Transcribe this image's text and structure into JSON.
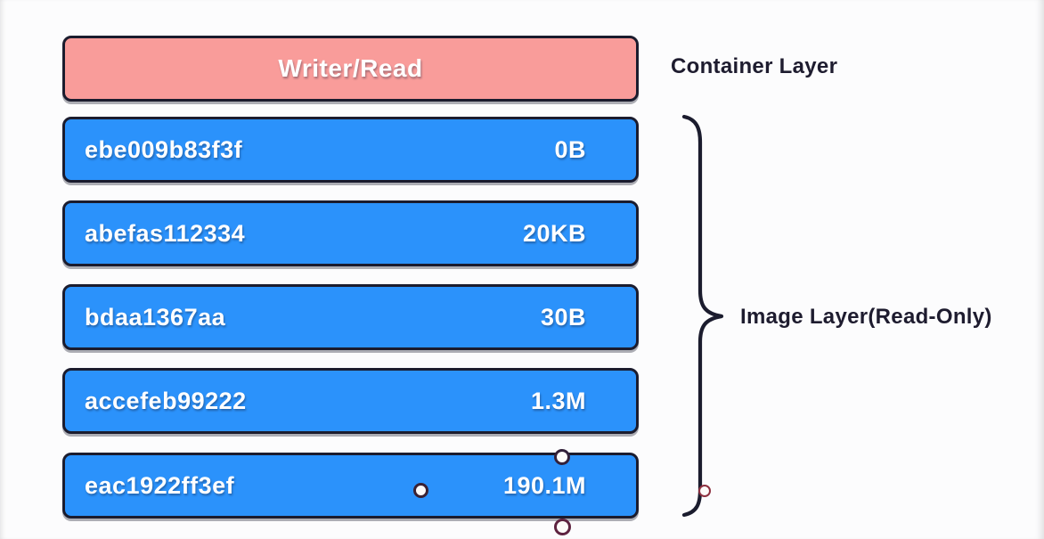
{
  "diagram": {
    "container_layer": {
      "box_label": "Writer/Read",
      "annotation": "Container Layer"
    },
    "image_layer": {
      "annotation": "Image Layer(Read-Only)",
      "layers": [
        {
          "id": "ebe009b83f3f",
          "size": "0B"
        },
        {
          "id": "abefas112334",
          "size": "20KB"
        },
        {
          "id": "bdaa1367aa",
          "size": "30B"
        },
        {
          "id": "accefeb99222",
          "size": "1.3M"
        },
        {
          "id": "eac1922ff3ef",
          "size": "190.1M"
        }
      ]
    },
    "colors": {
      "writable_box": "#f99c9a",
      "readonly_box": "#2b92fb",
      "outline": "#1b1c2e",
      "annotation_text": "#1e1c2f",
      "handle_outline": "#5e2340"
    }
  }
}
